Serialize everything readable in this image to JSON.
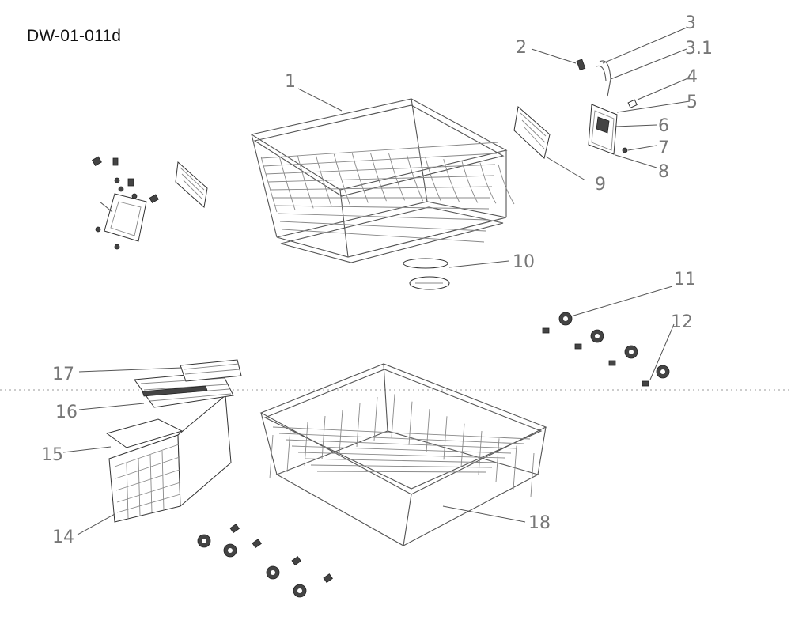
{
  "diagram": {
    "code": "DW-01-011d",
    "callouts": [
      {
        "id": "1",
        "label": "1"
      },
      {
        "id": "2",
        "label": "2"
      },
      {
        "id": "3",
        "label": "3"
      },
      {
        "id": "3_1",
        "label": "3.1"
      },
      {
        "id": "4",
        "label": "4"
      },
      {
        "id": "5",
        "label": "5"
      },
      {
        "id": "6",
        "label": "6"
      },
      {
        "id": "7",
        "label": "7"
      },
      {
        "id": "8",
        "label": "8"
      },
      {
        "id": "9",
        "label": "9"
      },
      {
        "id": "10",
        "label": "10"
      },
      {
        "id": "11",
        "label": "11"
      },
      {
        "id": "12",
        "label": "12"
      },
      {
        "id": "14",
        "label": "14"
      },
      {
        "id": "15",
        "label": "15"
      },
      {
        "id": "16",
        "label": "16"
      },
      {
        "id": "17",
        "label": "17"
      },
      {
        "id": "18",
        "label": "18"
      }
    ]
  }
}
